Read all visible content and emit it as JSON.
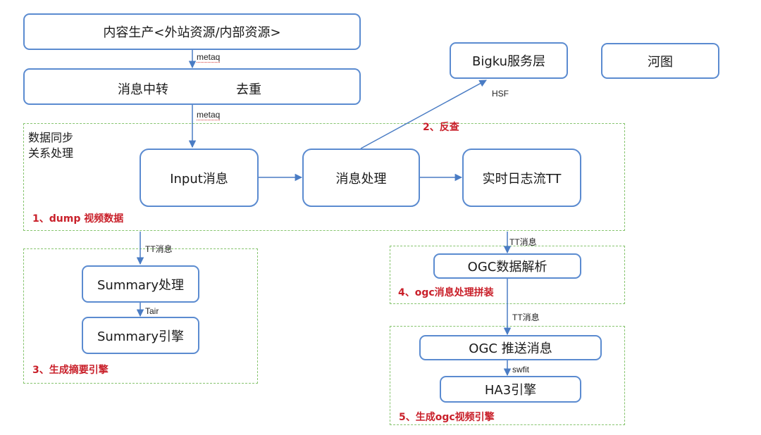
{
  "nodes": {
    "content_production": "内容生产<外站资源/内部资源>",
    "message_relay": "消息中转",
    "dedupe": "去重",
    "bigku_service": "Bigku服务层",
    "hetu": "河图",
    "input_message": "Input消息",
    "message_processing": "消息处理",
    "realtime_log_tt": "实时日志流TT",
    "summary_processing": "Summary处理",
    "summary_engine": "Summary引擎",
    "ogc_parse": "OGC数据解析",
    "ogc_push": "OGC 推送消息",
    "ha3_engine": "HA3引擎"
  },
  "groups": {
    "sync_title_line1": "数据同步",
    "sync_title_line2": "关系处理",
    "step1": "1、dump 视频数据",
    "step2": "2、反查",
    "step3": "3、生成摘要引擎",
    "step4": "4、ogc消息处理拼装",
    "step5": "5、生成ogc视频引擎"
  },
  "edges": {
    "metaq_1": "metaq",
    "metaq_2": "metaq",
    "hsf": "HSF",
    "tt_1": "TT消息",
    "tair": "Tair",
    "tt_2": "TT消息",
    "tt_3": "TT消息",
    "swfit": "swfit"
  },
  "colors": {
    "box_border": "#5b8bd0",
    "arrow": "#4a7cc4",
    "group_border": "#86c46e",
    "step_label": "#c9202a"
  }
}
